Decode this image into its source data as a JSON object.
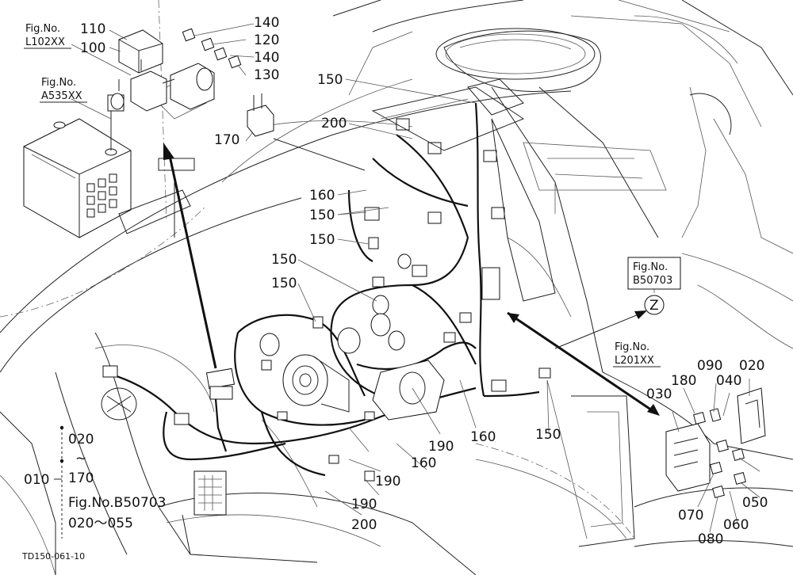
{
  "figure_refs": {
    "l102": {
      "caption": "Fig.No.",
      "code": "L102XX"
    },
    "a535": {
      "caption": "Fig.No.",
      "code": "A535XX"
    },
    "b50703": {
      "caption": "Fig.No.",
      "code": "B50703",
      "view": "Z"
    },
    "l201": {
      "caption": "Fig.No.",
      "code": "L201XX"
    }
  },
  "labels": {
    "p110": "110",
    "p100": "100",
    "p140a": "140",
    "p120": "120",
    "p140b": "140",
    "p130": "130",
    "p170": "170",
    "p150a": "150",
    "p200a": "200",
    "p160a": "160",
    "p150b": "150",
    "p150c": "150",
    "p150d": "150",
    "p150e": "150",
    "p150f": "150",
    "p160b": "160",
    "p160c": "160",
    "p190a": "190",
    "p190b": "190",
    "p190c": "190",
    "p200b": "200",
    "p180": "180",
    "p090": "090",
    "p040": "040",
    "p020": "020",
    "p030": "030",
    "p050": "050",
    "p070": "070",
    "p060": "060",
    "p080": "080"
  },
  "legend": {
    "line1": "020",
    "line2": "~",
    "line3": "170",
    "line4": "Fig.No.B50703",
    "line5": "020～055",
    "assembly": "010"
  },
  "drawing_code": "TD150-061-10"
}
